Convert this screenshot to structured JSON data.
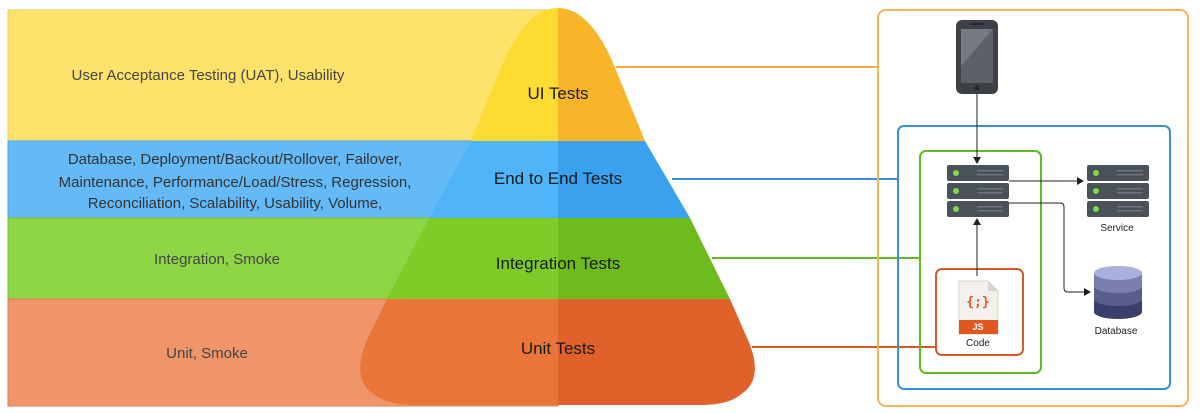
{
  "pyramid": {
    "tiers": [
      {
        "title": "UI Tests",
        "examples": [
          "User Acceptance Testing (UAT),  Usability"
        ],
        "band_color": "#fde36b",
        "tier_left_color": "#fddb33",
        "tier_right_color": "#f9b52a",
        "connector_color": "#f4a93a"
      },
      {
        "title": "End to End Tests",
        "examples": [
          "Database, Deployment/Backout/Rollover, Failover,",
          "Maintenance, Performance/Load/Stress, Regression,",
          "Reconciliation, Scalability, Usability, Volume,"
        ],
        "band_color": "#63baf7",
        "tier_left_color": "#4fb5f8",
        "tier_right_color": "#3aa1ee",
        "connector_color": "#3a8fd8"
      },
      {
        "title": "Integration Tests",
        "examples": [
          "Integration, Smoke"
        ],
        "band_color": "#8fd646",
        "tier_left_color": "#7dcc28",
        "tier_right_color": "#6dbb1c",
        "connector_color": "#5fba2a"
      },
      {
        "title": "Unit Tests",
        "examples": [
          "Unit, Smoke"
        ],
        "band_color": "#f0956a",
        "tier_left_color": "#ea7538",
        "tier_right_color": "#e0622a",
        "connector_color": "#d55a2a"
      }
    ]
  },
  "architecture": {
    "code_label": "Code",
    "code_file_badge": "JS",
    "code_file_glyph": "{;}",
    "service_label": "Service",
    "database_label": "Database",
    "outer_box_color": "#f4b45a",
    "middle_box_color": "#3a8fd8",
    "inner_box_color": "#5fba2a",
    "code_box_color": "#d55a2a",
    "icons": {
      "phone": "mobile-phone-icon",
      "app_server": "server-stack-icon",
      "service": "service-server-icon",
      "database": "database-icon",
      "code_file": "javascript-file-icon"
    }
  }
}
